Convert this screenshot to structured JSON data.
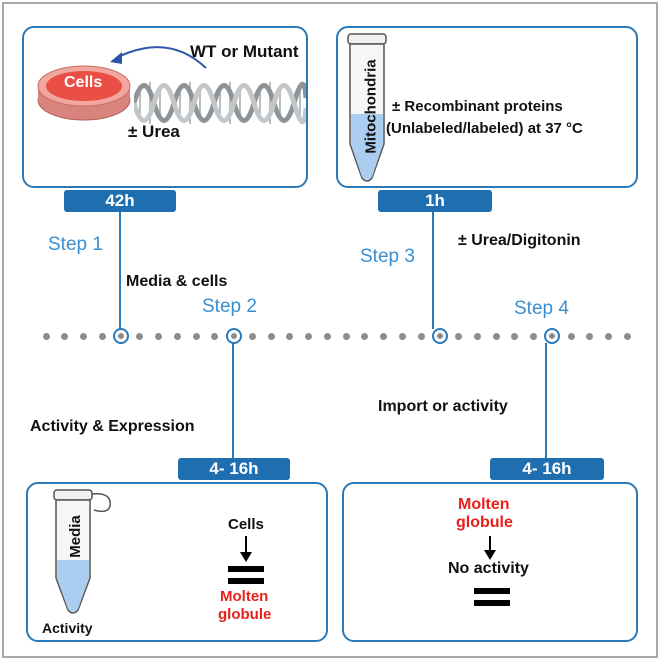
{
  "boxes": {
    "cells_box": {
      "dish_label": "Cells",
      "dna_label": "WT or Mutant",
      "urea_label": "± Urea",
      "duration": "42h"
    },
    "mito_box": {
      "tube_label": "Mitochondria",
      "line1": "± Recombinant proteins",
      "line2": "(Unlabeled/labeled) at 37 °C",
      "duration": "1h"
    },
    "media_box": {
      "tube_label": "Media",
      "activity_label": "Activity",
      "cells_label": "Cells",
      "molten1": "Molten",
      "molten2": "globule",
      "duration": "4- 16h"
    },
    "import_box": {
      "molten1": "Molten",
      "molten2": "globule",
      "no_activity": "No activity",
      "duration": "4- 16h"
    }
  },
  "steps": {
    "step1": "Step 1",
    "step2": "Step 2",
    "step3": "Step 3",
    "step4": "Step 4"
  },
  "annotations": {
    "media_cells": "Media & cells",
    "urea_digitonin": "± Urea/Digitonin",
    "activity_expression": "Activity & Expression",
    "import_activity": "Import or activity"
  },
  "colors": {
    "box_border": "#2a7ab8",
    "tab_fill": "#1f6eb0",
    "step_text": "#3a8fd0",
    "highlight_red": "#e8201c"
  }
}
